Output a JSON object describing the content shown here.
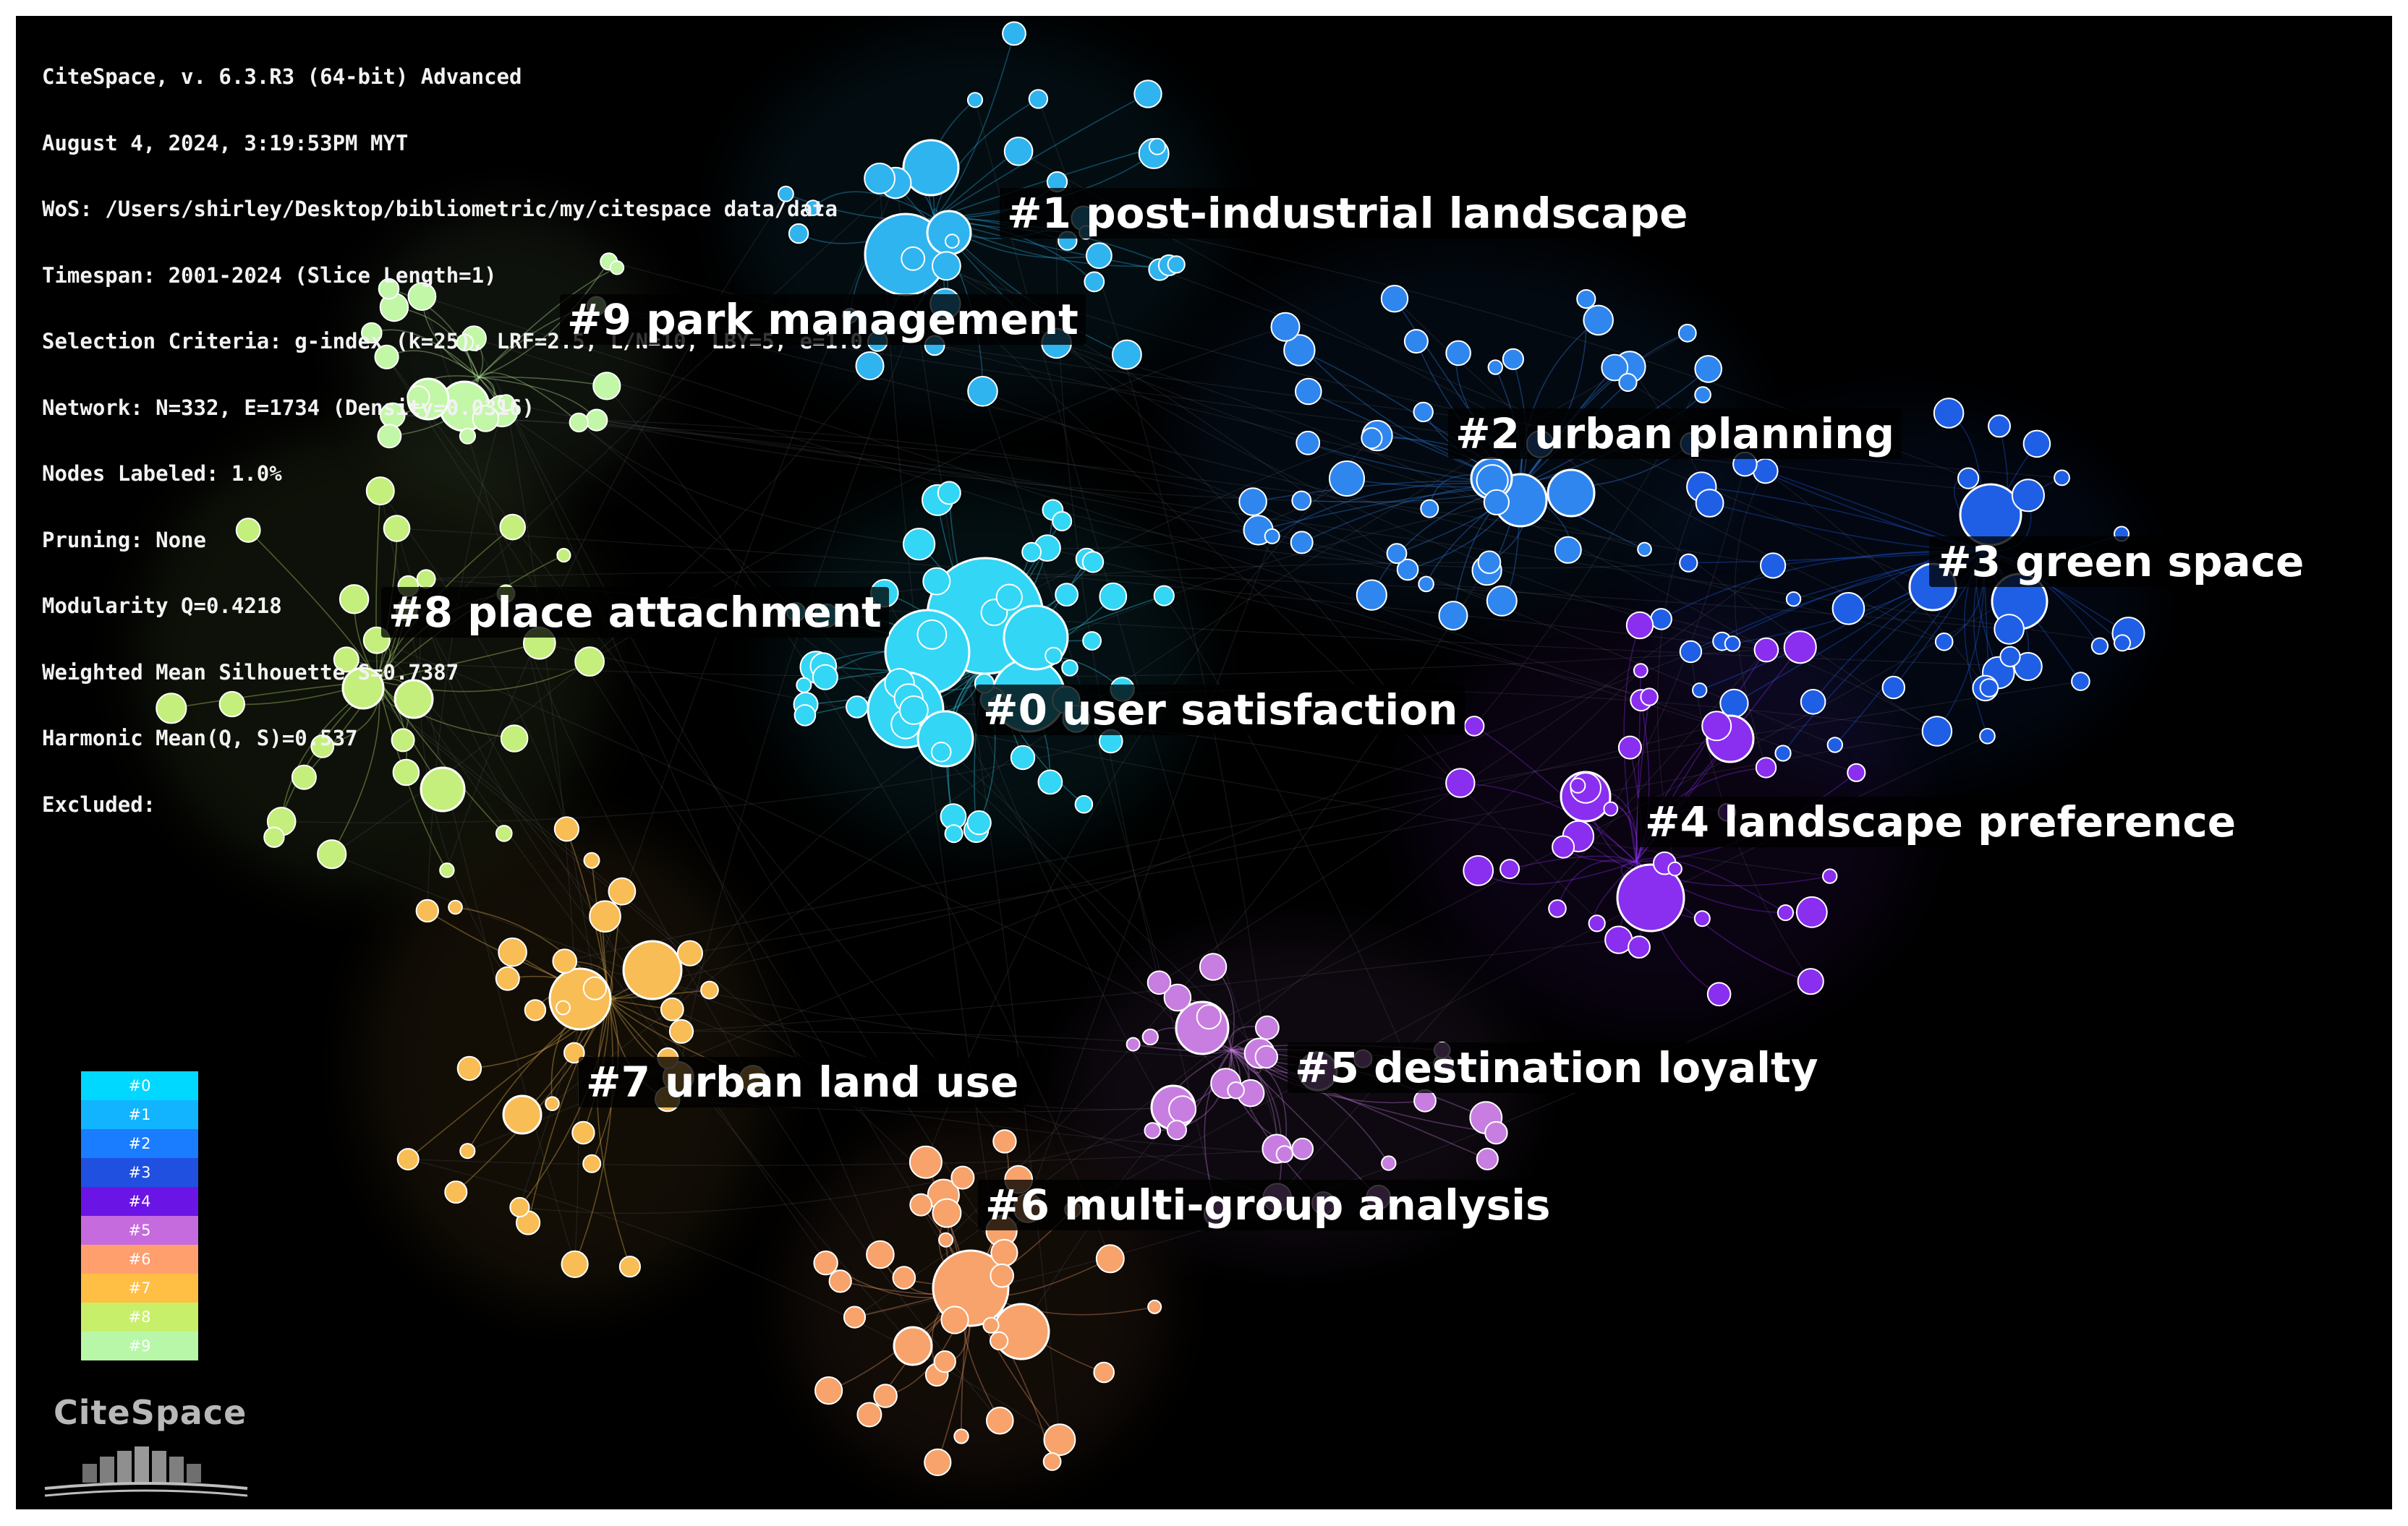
{
  "info": {
    "lines": [
      "CiteSpace, v. 6.3.R3 (64-bit) Advanced",
      "August 4, 2024, 3:19:53PM MYT",
      "WoS: /Users/shirley/Desktop/bibliometric/my/citespace data/data",
      "Timespan: 2001-2024 (Slice Length=1)",
      "Selection Criteria: g-index (k=25), LRF=2.5, L/N=10, LBY=5, e=1.0",
      "Network: N=332, E=1734 (Density=0.0316)",
      "Nodes Labeled: 1.0%",
      "Pruning: None",
      "Modularity Q=0.4218",
      "Weighted Mean Silhouette S=0.7387",
      "Harmonic Mean(Q, S)=0.537",
      "Excluded:"
    ]
  },
  "clusters": [
    {
      "id": "#0",
      "label": "#0 user satisfaction",
      "color": "#33d6f5"
    },
    {
      "id": "#1",
      "label": "#1 post-industrial landscape",
      "color": "#2fb4ef"
    },
    {
      "id": "#2",
      "label": "#2 urban planning",
      "color": "#2f86ee"
    },
    {
      "id": "#3",
      "label": "#3 green space",
      "color": "#1f5fe6"
    },
    {
      "id": "#4",
      "label": "#4 landscape preference",
      "color": "#8a2ef0"
    },
    {
      "id": "#5",
      "label": "#5 destination loyalty",
      "color": "#c77ee0"
    },
    {
      "id": "#6",
      "label": "#6 multi-group analysis",
      "color": "#f7a36b"
    },
    {
      "id": "#7",
      "label": "#7 urban land use",
      "color": "#f8bd55"
    },
    {
      "id": "#8",
      "label": "#8 place attachment",
      "color": "#c4ef7c"
    },
    {
      "id": "#9",
      "label": "#9 park management",
      "color": "#c2f7a7"
    }
  ],
  "legend": {
    "items": [
      {
        "label": "#0",
        "color": "#00d8ff"
      },
      {
        "label": "#1",
        "color": "#12b4ff"
      },
      {
        "label": "#2",
        "color": "#1a7cff"
      },
      {
        "label": "#3",
        "color": "#1f50e0"
      },
      {
        "label": "#4",
        "color": "#6a14e6"
      },
      {
        "label": "#5",
        "color": "#c56bde"
      },
      {
        "label": "#6",
        "color": "#ff9f6e"
      },
      {
        "label": "#7",
        "color": "#ffbe44"
      },
      {
        "label": "#8",
        "color": "#c8ef6a"
      },
      {
        "label": "#9",
        "color": "#b8f7a8"
      }
    ]
  },
  "logo": {
    "text": "CiteSpace"
  }
}
